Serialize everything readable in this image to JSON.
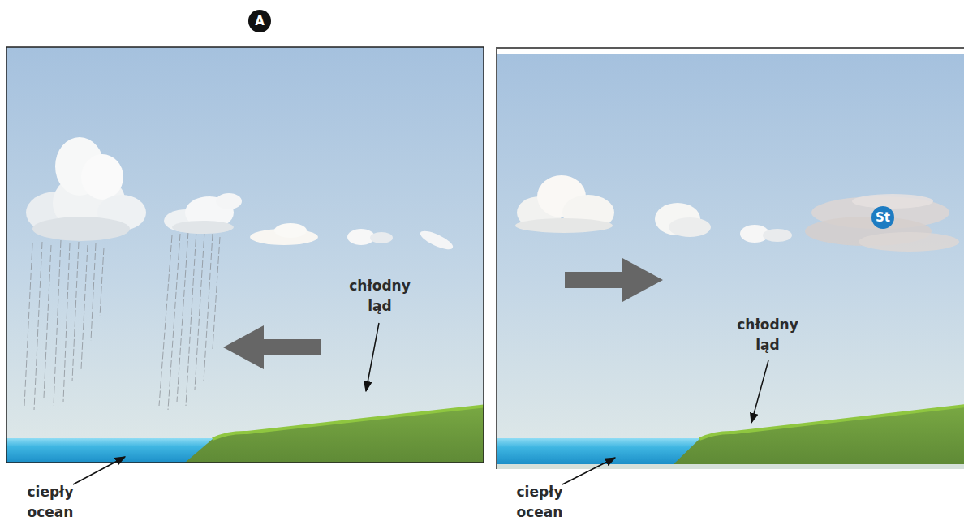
{
  "diagram": {
    "nodes": [
      {
        "text": [
          "A"
        ]
      },
      {
        "text": [
          "St"
        ]
      }
    ],
    "labels": [
      "chłodny ląd",
      "ciepły ocean",
      "chłodny ląd",
      "ciepły ocean"
    ]
  }
}
